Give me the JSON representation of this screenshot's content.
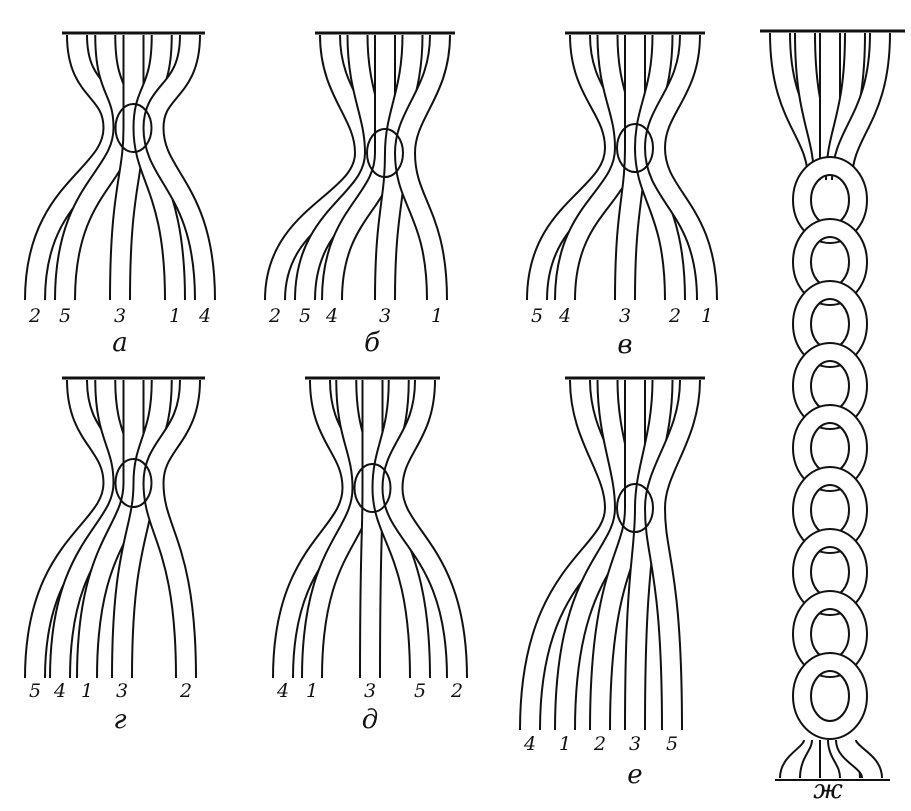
{
  "panels": [
    {
      "id": "a",
      "caption": "а",
      "strand_numbers": [
        "2",
        "5",
        "3",
        "1",
        "4"
      ]
    },
    {
      "id": "b",
      "caption": "б",
      "strand_numbers": [
        "2",
        "5",
        "4",
        "3",
        "1"
      ]
    },
    {
      "id": "v",
      "caption": "в",
      "strand_numbers": [
        "5",
        "4",
        "3",
        "2",
        "1"
      ]
    },
    {
      "id": "g",
      "caption": "г",
      "strand_numbers": [
        "5",
        "4",
        "1",
        "3",
        "2"
      ]
    },
    {
      "id": "d",
      "caption": "д",
      "strand_numbers": [
        "4",
        "1",
        "3",
        "5",
        "2"
      ]
    },
    {
      "id": "e",
      "caption": "е",
      "strand_numbers": [
        "4",
        "1",
        "2",
        "3",
        "5"
      ]
    },
    {
      "id": "zh",
      "caption": "ж",
      "strand_numbers": []
    }
  ]
}
